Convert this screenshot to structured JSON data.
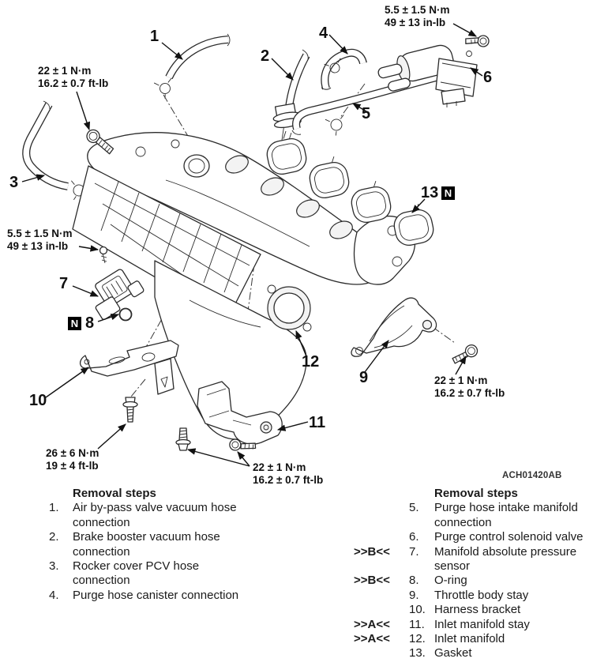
{
  "figure_code": "ACH01420AB",
  "n_marker": "N",
  "torque_labels": {
    "t1": {
      "line1": "22 ± 1 N·m",
      "line2": "16.2 ± 0.7 ft-lb"
    },
    "t2": {
      "line1": "5.5 ± 1.5 N·m",
      "line2": "49 ± 13 in-lb"
    },
    "t3": {
      "line1": "5.5 ± 1.5 N·m",
      "line2": "49 ± 13 in-lb"
    },
    "t4": {
      "line1": "22 ± 1 N·m",
      "line2": "16.2 ± 0.7 ft-lb"
    },
    "t5": {
      "line1": "26 ± 6 N·m",
      "line2": "19 ± 4 ft-lb"
    },
    "t6": {
      "line1": "22 ± 1 N·m",
      "line2": "16.2 ± 0.7 ft-lb"
    }
  },
  "callouts": {
    "c1": "1",
    "c2": "2",
    "c3": "3",
    "c4": "4",
    "c5": "5",
    "c6": "6",
    "c7": "7",
    "c8": "8",
    "c9": "9",
    "c10": "10",
    "c11": "11",
    "c12": "12",
    "c13": "13"
  },
  "removal_left": {
    "header": "Removal steps",
    "items": [
      {
        "num": "1.",
        "text": "Air by-pass valve vacuum hose connection"
      },
      {
        "num": "2.",
        "text": "Brake booster vacuum hose connection"
      },
      {
        "num": "3.",
        "text": "Rocker cover PCV hose connection"
      },
      {
        "num": "4.",
        "text": "Purge hose canister connection"
      }
    ]
  },
  "removal_right": {
    "header": "Removal steps",
    "items": [
      {
        "marker": "",
        "num": "5.",
        "text": "Purge hose intake manifold connection"
      },
      {
        "marker": "",
        "num": "6.",
        "text": "Purge control solenoid valve"
      },
      {
        "marker": ">>B<<",
        "num": "7.",
        "text": "Manifold absolute pressure sensor"
      },
      {
        "marker": ">>B<<",
        "num": "8.",
        "text": "O-ring"
      },
      {
        "marker": "",
        "num": "9.",
        "text": "Throttle body stay"
      },
      {
        "marker": "",
        "num": "10.",
        "text": "Harness bracket"
      },
      {
        "marker": ">>A<<",
        "num": "11.",
        "text": "Inlet manifold stay"
      },
      {
        "marker": ">>A<<",
        "num": "12.",
        "text": "Inlet manifold"
      },
      {
        "marker": "",
        "num": "13.",
        "text": "Gasket"
      }
    ]
  }
}
